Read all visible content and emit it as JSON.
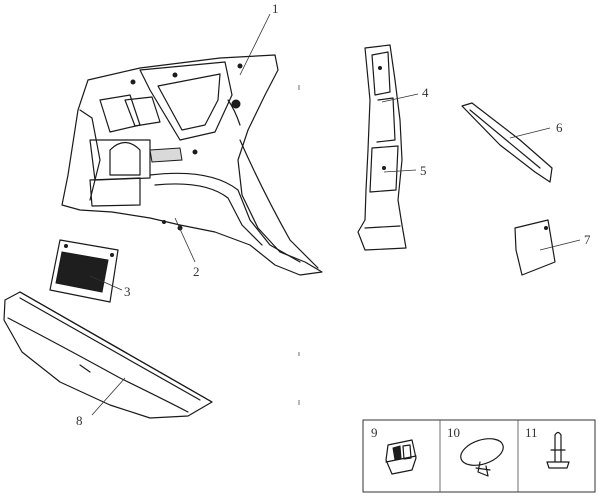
{
  "callouts": [
    "1",
    "2",
    "3",
    "4",
    "5",
    "6",
    "7",
    "8"
  ],
  "fasteners": [
    "9",
    "10",
    "11"
  ]
}
